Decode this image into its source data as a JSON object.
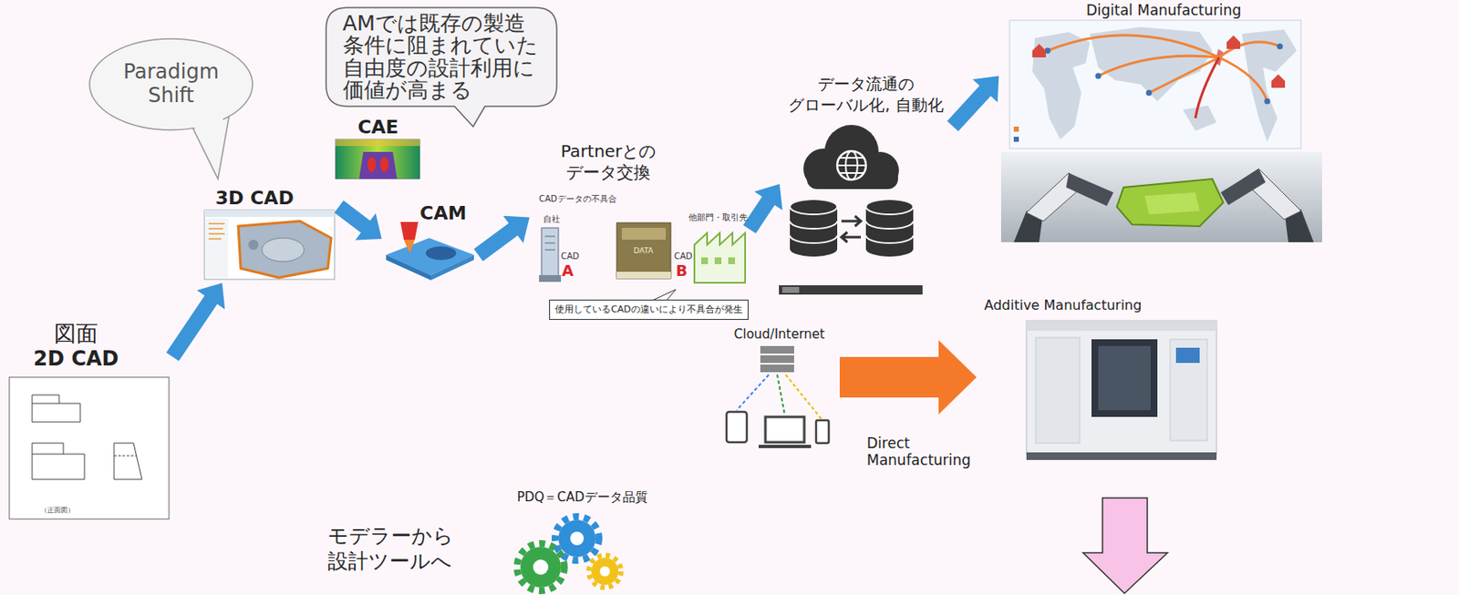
{
  "diagram": {
    "nodes": [
      {
        "text": [
          "AMでは既存の製造条件に阻まれていた自由度の設計利用に価値が高まる"
        ]
      },
      {
        "text": [
          "Digital Manufacturing"
        ]
      },
      {
        "text": [
          "Paradigm Shift"
        ]
      },
      {
        "text": [
          "データ流通の グローバル化, 自動化"
        ]
      },
      {
        "text": [
          "CAE"
        ]
      },
      {
        "text": [
          "Partnerとの データ交換"
        ]
      },
      {
        "text": [
          "使用しているCADの違いにより不具合が発生"
        ],
        "in": 5
      },
      {
        "text": [
          "3D CAD"
        ]
      },
      {
        "text": [
          "CAM"
        ]
      },
      {
        "text": [
          "図面",
          "2D CAD"
        ]
      },
      {
        "text": [
          "Cloud/Internet"
        ]
      },
      {
        "text": [
          "Additive Manufacturing"
        ]
      }
    ],
    "edges": [
      {
        "from": 9,
        "to": 7,
        "arrow": "to"
      },
      {
        "from": 7,
        "to": 8,
        "arrow": "to"
      },
      {
        "from": 8,
        "to": 5,
        "arrow": "to"
      },
      {
        "from": 5,
        "to": 3,
        "arrow": "to"
      },
      {
        "from": 3,
        "to": 1,
        "arrow": "to"
      },
      {
        "from": 10,
        "to": 11,
        "label": "Direct Manufacturing",
        "arrow": "to"
      }
    ],
    "labels": [
      "CADデータの不具合",
      "自社",
      "CAD",
      "A",
      "DATA",
      "CAD",
      "B",
      "他部門・取引先",
      "（正面図）",
      "PDQ＝CADデータ品質",
      "モデラーから 設計ツールへ"
    ]
  }
}
